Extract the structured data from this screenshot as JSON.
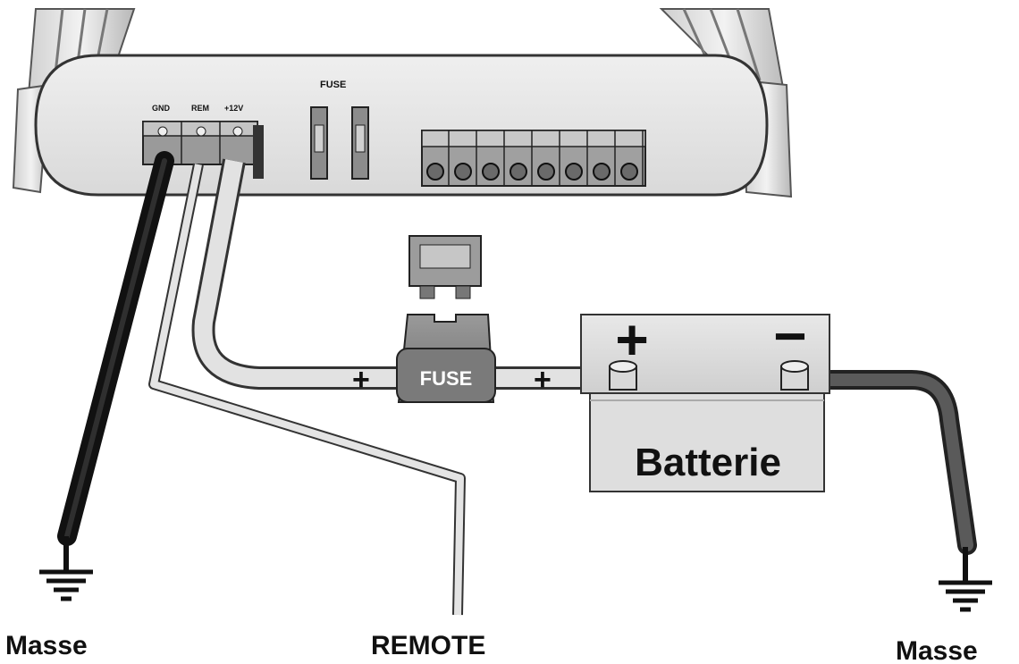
{
  "amplifier": {
    "terminal_labels": [
      "GND",
      "REM",
      "+12V"
    ],
    "fuse_label": "FUSE"
  },
  "inline_fuse": {
    "label": "FUSE",
    "polarity_left": "+",
    "polarity_right": "+"
  },
  "battery": {
    "label": "Batterie",
    "positive_symbol": "+",
    "negative_symbol": "−"
  },
  "labels": {
    "ground_left": "Masse",
    "remote": "REMOTE",
    "ground_right": "Masse"
  },
  "colors": {
    "amp_body": "#e6e6e6",
    "outline": "#333333",
    "ground_wire": "#222222",
    "wire_light": "#d4d4d4",
    "battery_ground_wire": "#4a4a4a"
  }
}
